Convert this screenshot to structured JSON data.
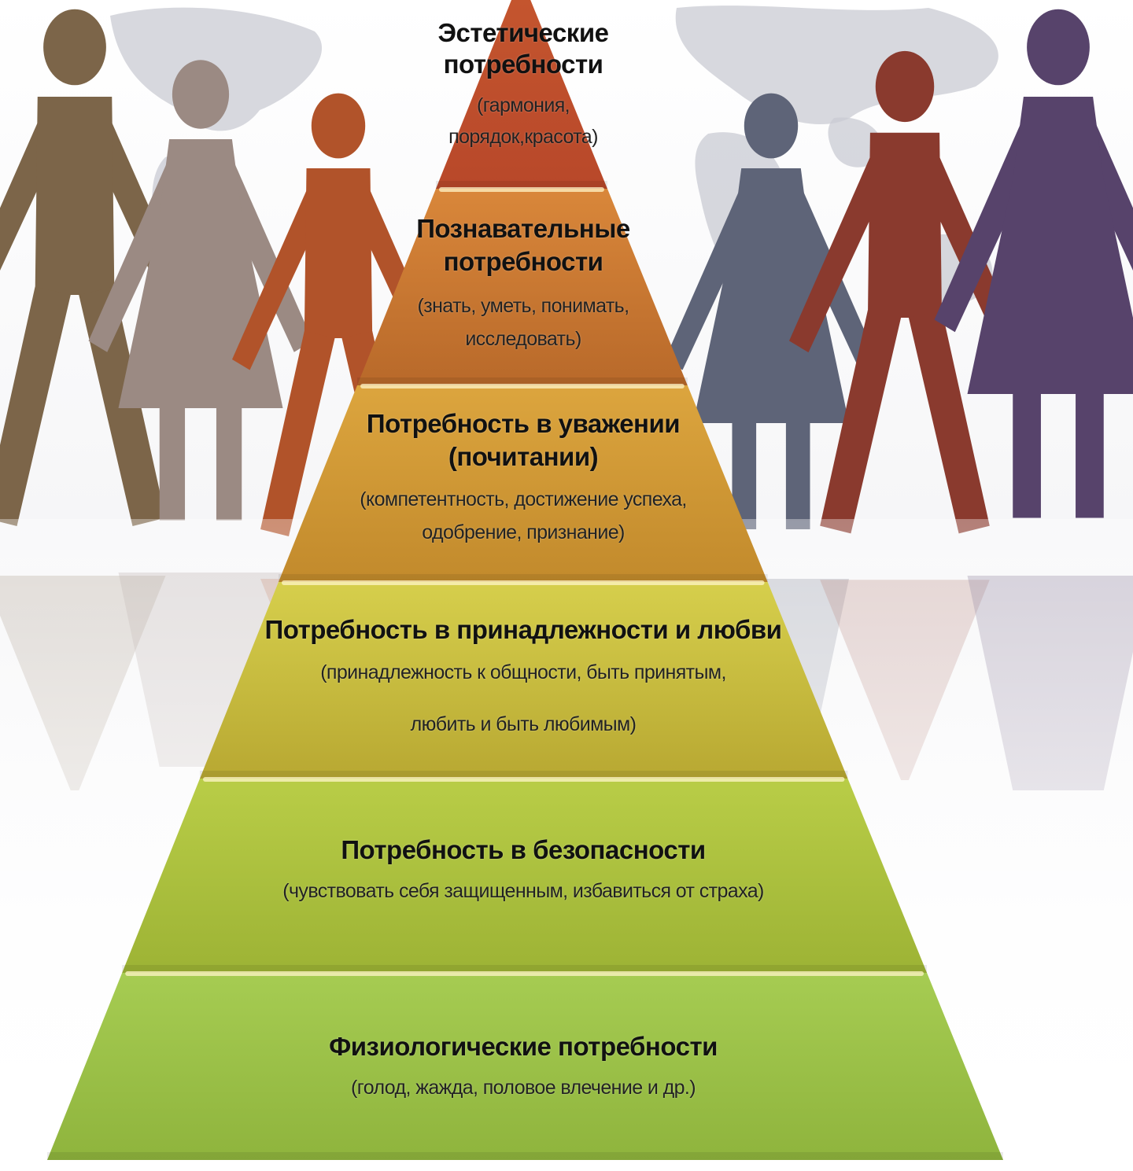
{
  "pyramid": {
    "levels": [
      {
        "title": "Эстетические потребности",
        "title_lines": [
          "Эстетические",
          "потребности"
        ],
        "desc_lines": [
          "(гармония,",
          "порядок,красота)"
        ],
        "color_top": "#c4552e",
        "color_bottom": "#b8482a"
      },
      {
        "title": "Познавательные потребности",
        "title_lines": [
          "Познавательные",
          "потребности"
        ],
        "desc_lines": [
          "(знать, уметь, понимать,",
          "исследовать)"
        ],
        "color_top": "#d9873a",
        "color_bottom": "#b8692a"
      },
      {
        "title": "Потребность в уважении (почитании)",
        "title_lines": [
          "Потребность в уважении",
          "(почитании)"
        ],
        "desc_lines": [
          "(компетентность, достижение успеха,",
          "одобрение, признание)"
        ],
        "color_top": "#dca53e",
        "color_bottom": "#c28a2c"
      },
      {
        "title": "Потребность в принадлежности и любви",
        "title_lines": [
          "Потребность в принадлежности и любви"
        ],
        "desc_lines": [
          "(принадлежность к общности, быть принятым,",
          "любить и быть любимым)"
        ],
        "color_top": "#d6cf4c",
        "color_bottom": "#b8a832"
      },
      {
        "title": "Потребность в безопасности",
        "title_lines": [
          "Потребность в безопасности"
        ],
        "desc_lines": [
          "(чувствовать себя защищенным, избавиться от страха)"
        ],
        "color_top": "#b9cd47",
        "color_bottom": "#9db335"
      },
      {
        "title": "Физиологические потребности",
        "title_lines": [
          "Физиологические потребности"
        ],
        "desc_lines": [
          "(голод, жажда, половое влечение и др.)"
        ],
        "color_top": "#a6cc52",
        "color_bottom": "#8fb43d"
      }
    ]
  },
  "figures": [
    {
      "name": "figure-man-brown",
      "color": "#7c6549"
    },
    {
      "name": "figure-woman-taupe",
      "color": "#9b8a83"
    },
    {
      "name": "figure-man-rust",
      "color": "#b1532a"
    },
    {
      "name": "figure-woman-slate",
      "color": "#5e6478"
    },
    {
      "name": "figure-man-maroon",
      "color": "#8a3a2e"
    },
    {
      "name": "figure-woman-purple",
      "color": "#57436b"
    }
  ],
  "background": {
    "world_map_color": "#c9cbd3"
  }
}
